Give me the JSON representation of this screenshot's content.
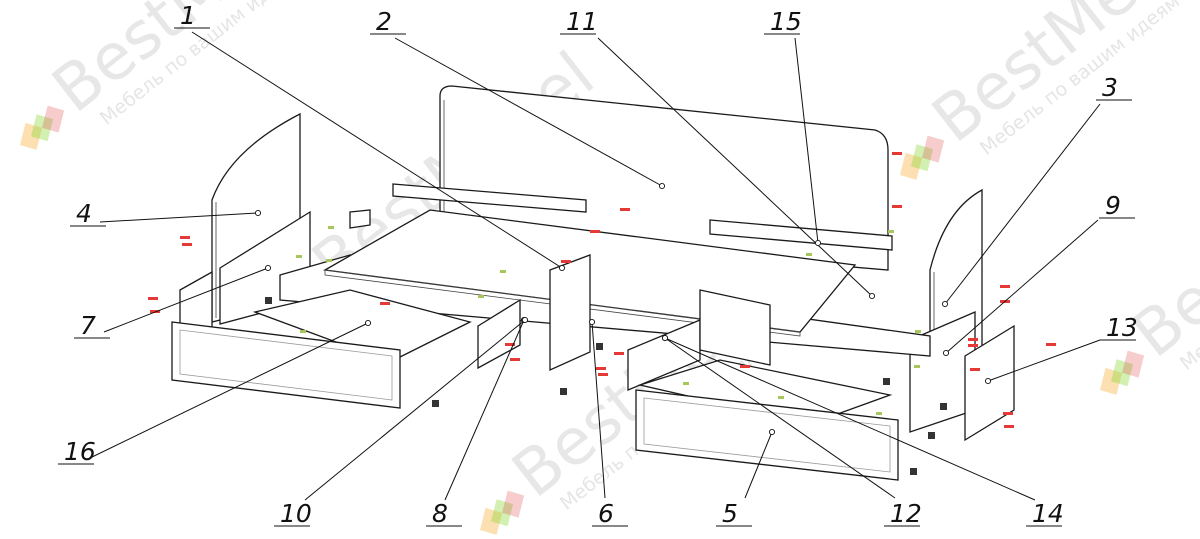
{
  "watermark": {
    "brand": "BestMebel",
    "tagline": "Мебель по вашим идеям",
    "colors": [
      "#f5a623",
      "#7ed321",
      "#e05555"
    ]
  },
  "diagram": {
    "type": "exploded-assembly",
    "callouts": [
      "1",
      "2",
      "3",
      "4",
      "5",
      "6",
      "7",
      "8",
      "9",
      "10",
      "11",
      "12",
      "13",
      "14",
      "15",
      "16"
    ]
  }
}
